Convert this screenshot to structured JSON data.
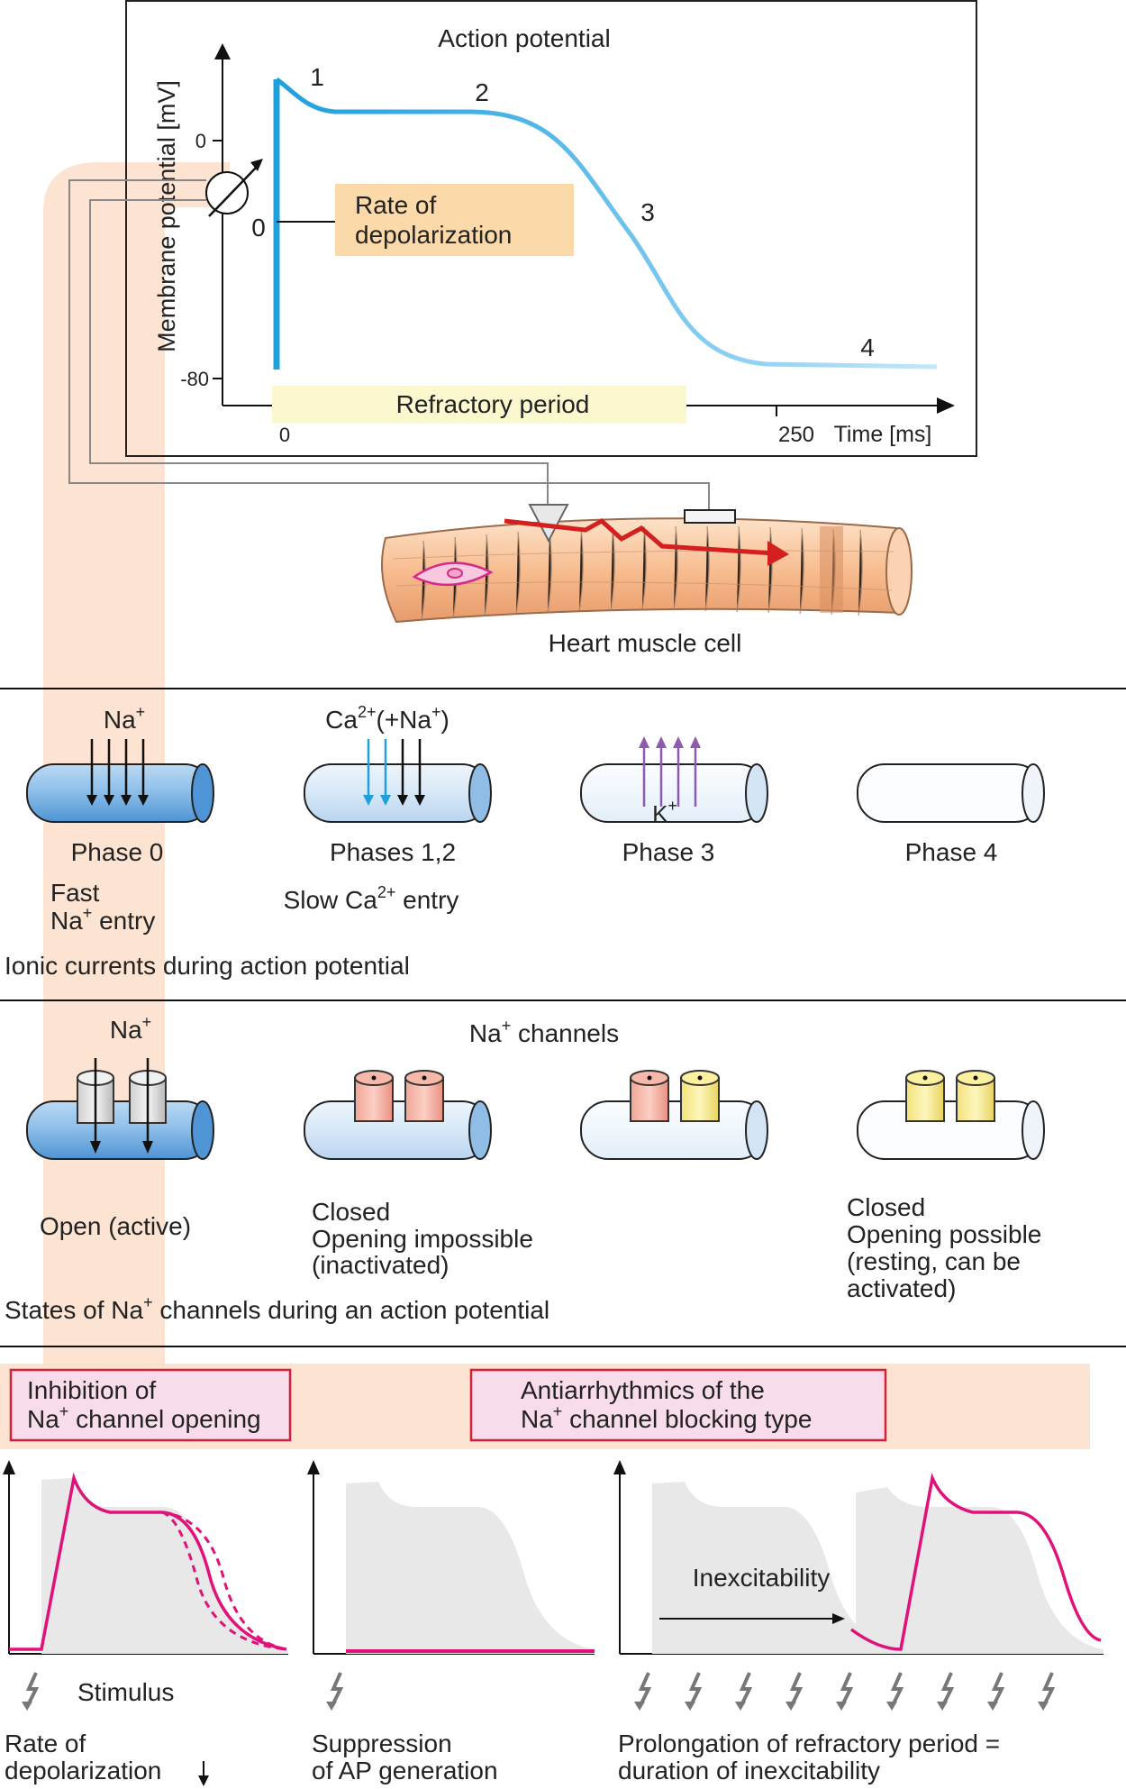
{
  "action_potential": {
    "title": "Action potential",
    "ylabel": "Membrane potential [mV]",
    "xlabel": "Time [ms]",
    "y_ticks": [
      "0",
      "-80"
    ],
    "x_ticks": [
      "0",
      "250"
    ],
    "phase_labels": [
      "0",
      "1",
      "2",
      "3",
      "4"
    ],
    "rate_label_line1": "Rate of",
    "rate_label_line2": "depolarization",
    "refractory_label": "Refractory period",
    "curve_color": "#1ea0dc"
  },
  "cell": {
    "label": "Heart muscle cell"
  },
  "ionic_currents": {
    "section_label": "Ionic currents during action potential",
    "phases": [
      {
        "ion": "Na",
        "ion_sup": "+",
        "label": "Phase 0",
        "note_line1": "Fast",
        "note_ion": "Na",
        "note_sup": "+",
        "note_rest": " entry"
      },
      {
        "ion": "Ca",
        "ion_sup": "2+",
        "ion_rest": "(+Na",
        "ion_rest_sup": "+",
        "ion_end": ")",
        "label": "Phases 1,2",
        "note_pre": "Slow Ca",
        "note_sup": "2+",
        "note_rest": " entry"
      },
      {
        "ion": "K",
        "ion_sup": "+",
        "label": "Phase 3"
      },
      {
        "label": "Phase 4"
      }
    ]
  },
  "na_channels": {
    "title_ion": "Na",
    "title_sup": "+",
    "title_rest": " channels",
    "top_ion": "Na",
    "top_sup": "+",
    "states": [
      {
        "line1": "Open (active)"
      },
      {
        "line1": "Closed",
        "line2": "Opening impossible",
        "line3": "(inactivated)"
      },
      {},
      {
        "line1": "Closed",
        "line2": "Opening possible",
        "line3": "(resting, can be",
        "line4": "activated)"
      }
    ],
    "section_pre": "States of Na",
    "section_sup": "+",
    "section_rest": " channels during an action potential"
  },
  "antiarrhythmics": {
    "box1_line1": "Inhibition of",
    "box1_line2_ion": "Na",
    "box1_line2_sup": "+",
    "box1_line2_rest": " channel opening",
    "box2_line1": "Antiarrhythmics of the",
    "box2_line2_ion": "Na",
    "box2_line2_sup": "+",
    "box2_line2_rest": " channel blocking type",
    "stimulus_label": "Stimulus",
    "inexcitability_label": "Inexcitability",
    "caption1_line1": "Rate of",
    "caption1_line2": "depolarization",
    "caption2_line1": "Suppression",
    "caption2_line2": "of AP generation",
    "caption3_line1": "Prolongation of refractory  period =",
    "caption3_line2": "duration of inexcitability",
    "drug_color": "#e0127a"
  }
}
